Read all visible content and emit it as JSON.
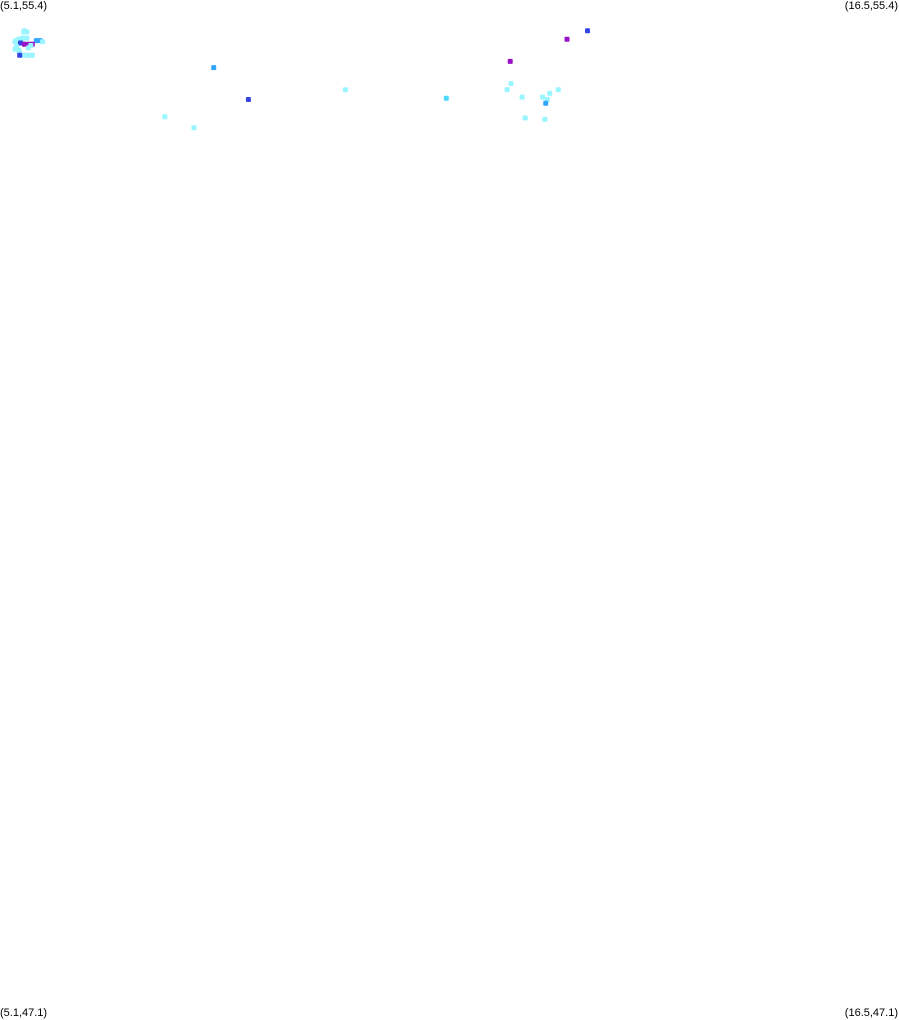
{
  "map": {
    "corners": {
      "top_left": "(5.1,55.4)",
      "top_right": "(16.5,55.4)",
      "bottom_left": "(5.1,47.1)",
      "bottom_right": "(16.5,47.1)"
    },
    "lon_range": [
      5.1,
      16.5
    ],
    "lat_range": [
      47.1,
      55.4
    ],
    "colors": {
      "light_cyan": "#99F5FF",
      "cyan": "#4DD9FF",
      "sky_blue": "#33A6FF",
      "blue": "#3345E6",
      "violet": "#7A1FD1",
      "purple": "#9912C7"
    },
    "points": [
      {
        "lon": 5.41,
        "lat": 55.15,
        "color": "light_cyan"
      },
      {
        "lon": 5.44,
        "lat": 55.14,
        "color": "light_cyan"
      },
      {
        "lon": 5.4,
        "lat": 55.14,
        "color": "light_cyan"
      },
      {
        "lon": 5.44,
        "lat": 55.09,
        "color": "light_cyan"
      },
      {
        "lon": 5.38,
        "lat": 55.09,
        "color": "light_cyan"
      },
      {
        "lon": 5.34,
        "lat": 55.08,
        "color": "light_cyan"
      },
      {
        "lon": 5.3,
        "lat": 55.07,
        "color": "light_cyan"
      },
      {
        "lon": 5.38,
        "lat": 55.07,
        "color": "light_cyan"
      },
      {
        "lon": 5.33,
        "lat": 55.06,
        "color": "light_cyan"
      },
      {
        "lon": 5.29,
        "lat": 55.06,
        "color": "light_cyan"
      },
      {
        "lon": 5.56,
        "lat": 55.07,
        "color": "sky_blue"
      },
      {
        "lon": 5.61,
        "lat": 55.07,
        "color": "sky_blue"
      },
      {
        "lon": 5.64,
        "lat": 55.06,
        "color": "light_cyan"
      },
      {
        "lon": 5.36,
        "lat": 55.05,
        "color": "blue"
      },
      {
        "lon": 5.41,
        "lat": 55.04,
        "color": "purple"
      },
      {
        "lon": 5.46,
        "lat": 55.04,
        "color": "purple"
      },
      {
        "lon": 5.51,
        "lat": 55.04,
        "color": "purple"
      },
      {
        "lon": 5.49,
        "lat": 55.03,
        "color": "light_cyan"
      },
      {
        "lon": 5.31,
        "lat": 55.02,
        "color": "light_cyan"
      },
      {
        "lon": 5.46,
        "lat": 55.01,
        "color": "light_cyan"
      },
      {
        "lon": 5.34,
        "lat": 54.99,
        "color": "light_cyan"
      },
      {
        "lon": 5.29,
        "lat": 55.0,
        "color": "light_cyan"
      },
      {
        "lon": 5.35,
        "lat": 54.97,
        "color": "light_cyan"
      },
      {
        "lon": 5.4,
        "lat": 54.95,
        "color": "light_cyan"
      },
      {
        "lon": 5.48,
        "lat": 54.95,
        "color": "light_cyan"
      },
      {
        "lon": 5.51,
        "lat": 54.95,
        "color": "light_cyan"
      },
      {
        "lon": 5.44,
        "lat": 54.95,
        "color": "light_cyan"
      },
      {
        "lon": 5.35,
        "lat": 54.95,
        "color": "blue"
      },
      {
        "lon": 7.81,
        "lat": 54.85,
        "color": "sky_blue"
      },
      {
        "lon": 8.25,
        "lat": 54.59,
        "color": "blue"
      },
      {
        "lon": 7.19,
        "lat": 54.45,
        "color": "light_cyan"
      },
      {
        "lon": 7.56,
        "lat": 54.36,
        "color": "light_cyan"
      },
      {
        "lon": 9.48,
        "lat": 54.67,
        "color": "light_cyan"
      },
      {
        "lon": 10.76,
        "lat": 54.6,
        "color": "cyan"
      },
      {
        "lon": 11.58,
        "lat": 54.72,
        "color": "light_cyan"
      },
      {
        "lon": 11.53,
        "lat": 54.67,
        "color": "light_cyan"
      },
      {
        "lon": 11.72,
        "lat": 54.61,
        "color": "light_cyan"
      },
      {
        "lon": 11.98,
        "lat": 54.61,
        "color": "light_cyan"
      },
      {
        "lon": 12.07,
        "lat": 54.64,
        "color": "light_cyan"
      },
      {
        "lon": 12.18,
        "lat": 54.67,
        "color": "light_cyan"
      },
      {
        "lon": 12.04,
        "lat": 54.59,
        "color": "light_cyan"
      },
      {
        "lon": 12.02,
        "lat": 54.56,
        "color": "sky_blue"
      },
      {
        "lon": 11.76,
        "lat": 54.44,
        "color": "light_cyan"
      },
      {
        "lon": 12.01,
        "lat": 54.43,
        "color": "light_cyan"
      },
      {
        "lon": 11.57,
        "lat": 54.9,
        "color": "purple"
      },
      {
        "lon": 12.29,
        "lat": 55.08,
        "color": "purple"
      },
      {
        "lon": 12.55,
        "lat": 55.15,
        "color": "blue"
      }
    ]
  }
}
